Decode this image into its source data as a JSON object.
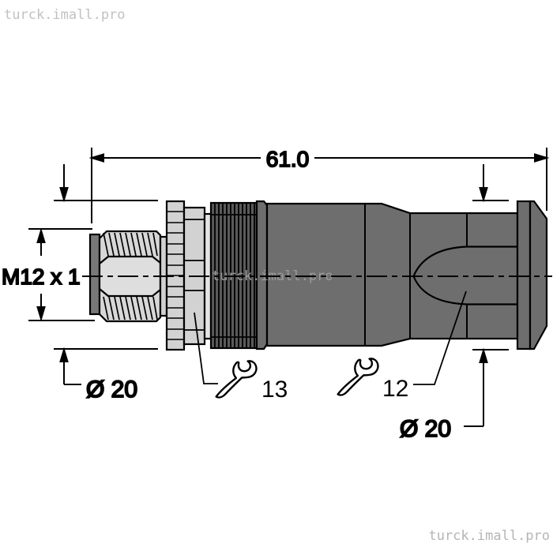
{
  "watermarks": {
    "top_left": "turck.imall.pro",
    "center": "turck.imall.pro",
    "bottom_right": "turck.imall.pro"
  },
  "labels": {
    "overall_length": "61.0",
    "thread_spec": "M12 x 1",
    "front_diameter": "Ø 20",
    "rear_diameter": "Ø 20",
    "front_wrench_size": "13",
    "rear_wrench_size": "12"
  },
  "colors": {
    "body_gray": "#6e6e6e",
    "knurl_dark_gray": "#5a5a5a",
    "light_gray": "#d2d2d2",
    "face_strip_gray": "#787878",
    "outline": "#000000",
    "watermark_gray": "#c1c1c1"
  }
}
